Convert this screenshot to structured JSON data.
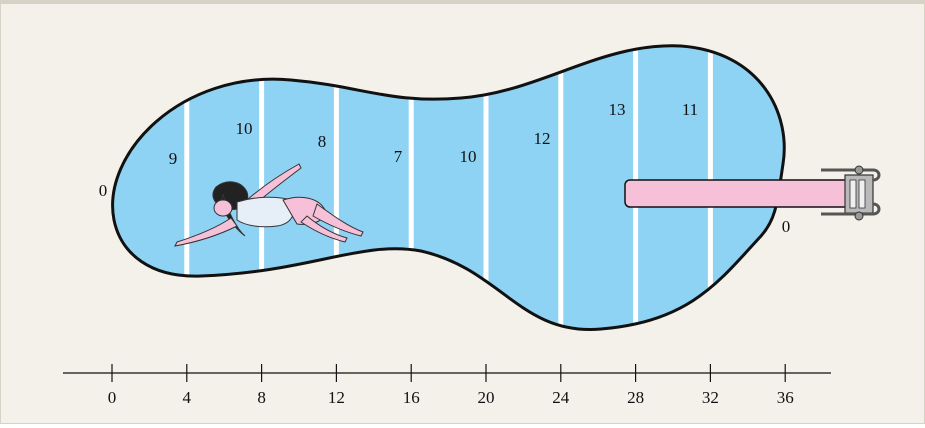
{
  "colors": {
    "background": "#f3f1ea",
    "pool_water": "#8fd3f4",
    "lane_line": "#ffffff",
    "diving_board": "#f6c1d8",
    "ladder": "#9a9a9a",
    "outline": "#111111"
  },
  "widths": [
    {
      "x": 0,
      "label": "0"
    },
    {
      "x": 4,
      "label": "9"
    },
    {
      "x": 8,
      "label": "10"
    },
    {
      "x": 12,
      "label": "8"
    },
    {
      "x": 16,
      "label": "7"
    },
    {
      "x": 20,
      "label": "10"
    },
    {
      "x": 24,
      "label": "12"
    },
    {
      "x": 28,
      "label": "13"
    },
    {
      "x": 32,
      "label": "11"
    },
    {
      "x": 36,
      "label": "0"
    }
  ],
  "axis": {
    "ticks": [
      "0",
      "4",
      "8",
      "12",
      "16",
      "20",
      "24",
      "28",
      "32",
      "36"
    ]
  },
  "icons": [
    "swimmer-figure",
    "ladder-icon",
    "diving-board"
  ]
}
